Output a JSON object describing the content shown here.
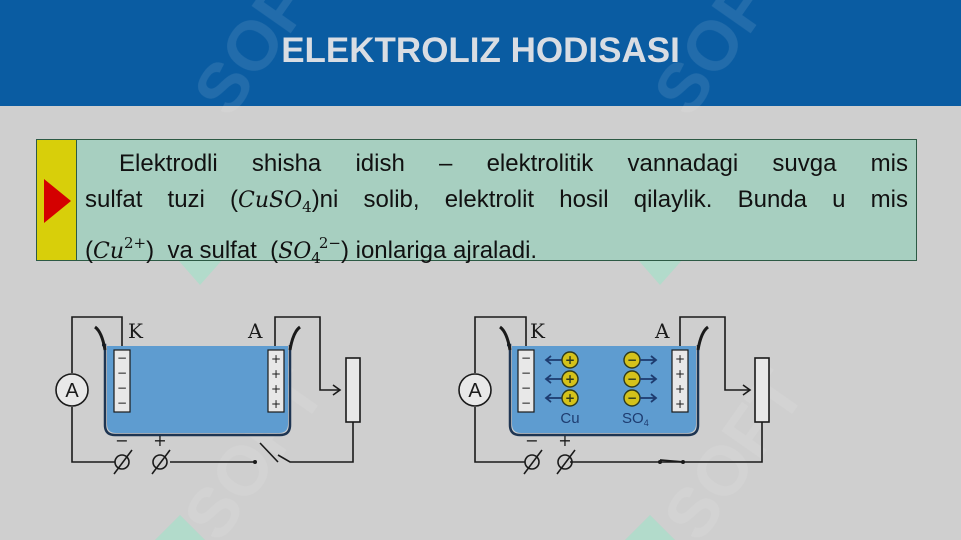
{
  "header": {
    "title": "ELEKTROLIZ HODISASI"
  },
  "info": {
    "line1": "Elektrodli shisha idish – elektrolitik vannadagi suvga mis",
    "line2_pre": "sulfat tuzi (",
    "line2_formula": "CuSO",
    "line2_sub": "4",
    "line2_post": ")ni solib, elektrolit hosil qilaylik. Bunda u mis",
    "line3_pre": "(",
    "line3_ion1": "Cu",
    "line3_ion1_sup": "2+",
    "line3_mid": ")  va sulfat  (",
    "line3_ion2": "SO",
    "line3_ion2_sub": "4",
    "line3_ion2_sup": "2−",
    "line3_post": ") ionlariga ajraladi.",
    "marker_icon": "play-triangle-icon"
  },
  "diagrams": [
    {
      "id": "circuit-before",
      "cathode_label": "K",
      "anode_label": "A",
      "ammeter_label": "A",
      "terminal_minus": "−",
      "terminal_plus": "+",
      "cathode_signs": [
        "−",
        "−",
        "−",
        "−"
      ],
      "anode_signs": [
        "+",
        "+",
        "+",
        "+"
      ],
      "switch_state": "open"
    },
    {
      "id": "circuit-after",
      "cathode_label": "K",
      "anode_label": "A",
      "ammeter_label": "A",
      "terminal_minus": "−",
      "terminal_plus": "+",
      "cathode_signs": [
        "−",
        "−",
        "−",
        "−"
      ],
      "anode_signs": [
        "+",
        "+",
        "+",
        "+"
      ],
      "cation_label": "Cu",
      "anion_label": "SO",
      "anion_sub": "4",
      "cation_sign": "+",
      "anion_sign": "−",
      "switch_state": "closed"
    }
  ],
  "colors": {
    "header_bg": "#0a5ca2",
    "header_text": "#d9dde3",
    "page_bg": "#cfcfcf",
    "info_bg": "#a7cfc0",
    "marker_bg": "#d8cf0a",
    "marker_arrow": "#d40000",
    "electrolyte": "#5e9cd0",
    "ion_fill": "#d4c21a"
  }
}
